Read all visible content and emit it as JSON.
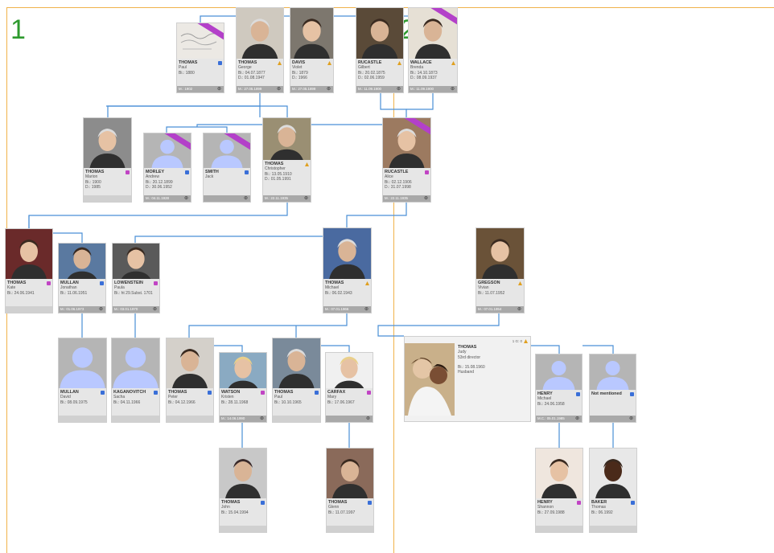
{
  "pages": [
    "1",
    "2"
  ],
  "gender_colors": {
    "male": "#3a6fd8",
    "female": "#c144c4",
    "unknown": "#e0a020"
  },
  "people": [
    {
      "id": "paul_sr",
      "surname": "THOMAS",
      "given": "Paul",
      "lines": [
        "Bi.: 1880"
      ],
      "footer": "M.: 1902",
      "gender": "male",
      "photo": "document",
      "ribbon": true
    },
    {
      "id": "george",
      "surname": "THOMAS",
      "given": "George",
      "lines": [
        "Bi.: 04.07.1877",
        "D.: 01.08.1947"
      ],
      "footer": "M.: 27.05.1899",
      "gender": "unknown",
      "photo": "old-man"
    },
    {
      "id": "violet",
      "surname": "DAVIS",
      "given": "Violet",
      "lines": [
        "Bi.: 1879",
        "D.: 1966"
      ],
      "footer": "M.: 27.05.1899",
      "gender": "unknown",
      "photo": "old-woman"
    },
    {
      "id": "gilbert",
      "surname": "RUCASTLE",
      "given": "Gilbert",
      "lines": [
        "Bi.: 20.02.1875",
        "D.: 02.06.1959"
      ],
      "footer": "M.: 11.09.1900",
      "gender": "unknown",
      "photo": "old-man2"
    },
    {
      "id": "brenda",
      "surname": "WALLACE",
      "given": "Brenda",
      "lines": [
        "Bi.: 14.10.1873",
        "D.: 08.09.1937"
      ],
      "footer": "M.: 11.09.1900",
      "gender": "unknown",
      "photo": "oval",
      "ribbon": true
    },
    {
      "id": "marion",
      "surname": "THOMAS",
      "given": "Marion",
      "lines": [
        "Bi.: 1900",
        "D.: 1985"
      ],
      "footer": "",
      "gender": "female",
      "photo": "grey-woman"
    },
    {
      "id": "andrew",
      "surname": "MORLEY",
      "given": "Andrew",
      "lines": [
        "Bi.: 20.12.1899",
        "D.: 30.06.1952"
      ],
      "footer": "M.: 04.11.1928",
      "gender": "male",
      "photo": "silhouette",
      "ribbon": true
    },
    {
      "id": "jack",
      "surname": "SMITH",
      "given": "Jack",
      "lines": [],
      "footer": "",
      "gender": "male",
      "photo": "silhouette",
      "ribbon": true
    },
    {
      "id": "christopher",
      "surname": "THOMAS",
      "given": "Christopher",
      "lines": [
        "Bi.: 13.05.1910",
        "D.: 01.05.1991"
      ],
      "footer": "M.: 22.11.1935",
      "gender": "unknown",
      "photo": "old-man3"
    },
    {
      "id": "alice",
      "surname": "RUCASTLE",
      "given": "Alice",
      "lines": [
        "Bi.: 02.12.1906",
        "D.: 31.07.1998"
      ],
      "footer": "M.: 22.11.1935",
      "gender": "female",
      "photo": "smile-woman",
      "ribbon": true
    },
    {
      "id": "kate",
      "surname": "THOMAS",
      "given": "Kate",
      "lines": [
        "Bi.: 24.06.1941"
      ],
      "footer": "",
      "gender": "female",
      "photo": "woman-red"
    },
    {
      "id": "jonathan",
      "surname": "MULLAN",
      "given": "Jonathan",
      "lines": [
        "Bi.: 11.06.1951"
      ],
      "footer": "M.: 01.06.1973",
      "gender": "male",
      "photo": "man-glasses"
    },
    {
      "id": "paula",
      "surname": "LOWENSTEIN",
      "given": "Paula",
      "lines": [
        "Bi.: ht 29.Subst. 1701"
      ],
      "footer": "M.: 03.01.1970",
      "gender": "female",
      "photo": "woman-bw"
    },
    {
      "id": "michael",
      "surname": "THOMAS",
      "given": "Michael",
      "lines": [
        "Bi.: 06.02.1943"
      ],
      "footer": "M.: 07.01.1966",
      "gender": "unknown",
      "photo": "man-laugh"
    },
    {
      "id": "vivian",
      "surname": "GREGSON",
      "given": "Vivian",
      "lines": [
        "Bi.: 11.07.1952"
      ],
      "footer": "M.: 07.01.1954",
      "gender": "unknown",
      "photo": "woman-sepia"
    },
    {
      "id": "david",
      "surname": "MULLAN",
      "given": "David",
      "lines": [
        "Bi.: 08.09.1975"
      ],
      "footer": "",
      "gender": "male",
      "photo": "silhouette"
    },
    {
      "id": "sacha",
      "surname": "KAGANOVITCH",
      "given": "Sacha",
      "lines": [
        "Bi.: 04.11.1966"
      ],
      "footer": "",
      "gender": "male",
      "photo": "silhouette"
    },
    {
      "id": "peter",
      "surname": "THOMAS",
      "given": "Peter",
      "lines": [
        "Bi.: 04.12.1966"
      ],
      "footer": "",
      "gender": "male",
      "photo": "man-profile"
    },
    {
      "id": "kristen",
      "surname": "WATSON",
      "given": "Kristen",
      "lines": [
        "Bi.: 28.11.1968"
      ],
      "footer": "M.: 14.06.1990",
      "gender": "female",
      "photo": "woman-blond"
    },
    {
      "id": "paul",
      "surname": "THOMAS",
      "given": "Paul",
      "lines": [
        "Bi.: 10.10.1965"
      ],
      "footer": "",
      "gender": "male",
      "photo": "man-grey"
    },
    {
      "id": "mary",
      "surname": "CARFAX",
      "given": "Mary",
      "lines": [
        "Bi.: 17.06.1967"
      ],
      "footer": "",
      "gender": "female",
      "photo": "woman-white"
    },
    {
      "id": "judy",
      "surname": "THOMAS",
      "given": "Judy",
      "lines": [
        "53rd director",
        "",
        "Bi.: 15.08.1960",
        "Husband"
      ],
      "footer": "",
      "gender": "unknown",
      "photo": "two-girls",
      "badge": "1 G: 0"
    },
    {
      "id": "michael_h",
      "surname": "HENRY",
      "given": "Michael",
      "lines": [
        "Bi.: 24.06.1958"
      ],
      "footer": "M.C.: 05.01.1985",
      "gender": "male",
      "photo": "silhouette"
    },
    {
      "id": "notmentioned",
      "surname": "Not mentioned",
      "given": "",
      "lines": [],
      "footer": "",
      "gender": "male",
      "photo": "silhouette"
    },
    {
      "id": "john",
      "surname": "THOMAS",
      "given": "John",
      "lines": [
        "Bi.: 15.04.1994"
      ],
      "footer": "",
      "gender": "male",
      "photo": "boy-beanie"
    },
    {
      "id": "glenn",
      "surname": "THOMAS",
      "given": "Glenn",
      "lines": [
        "Bi.: 11.07.1997"
      ],
      "footer": "",
      "gender": "male",
      "photo": "boy-red"
    },
    {
      "id": "shannon",
      "surname": "HENRY",
      "given": "Shannon",
      "lines": [
        "Bi.: 27.09.1988"
      ],
      "footer": "",
      "gender": "female",
      "photo": "girl-smile"
    },
    {
      "id": "thomas_b",
      "surname": "BAKER",
      "given": "Thomas",
      "lines": [
        "Bi.: 06.1992"
      ],
      "footer": "",
      "gender": "male",
      "photo": "young-man"
    }
  ]
}
